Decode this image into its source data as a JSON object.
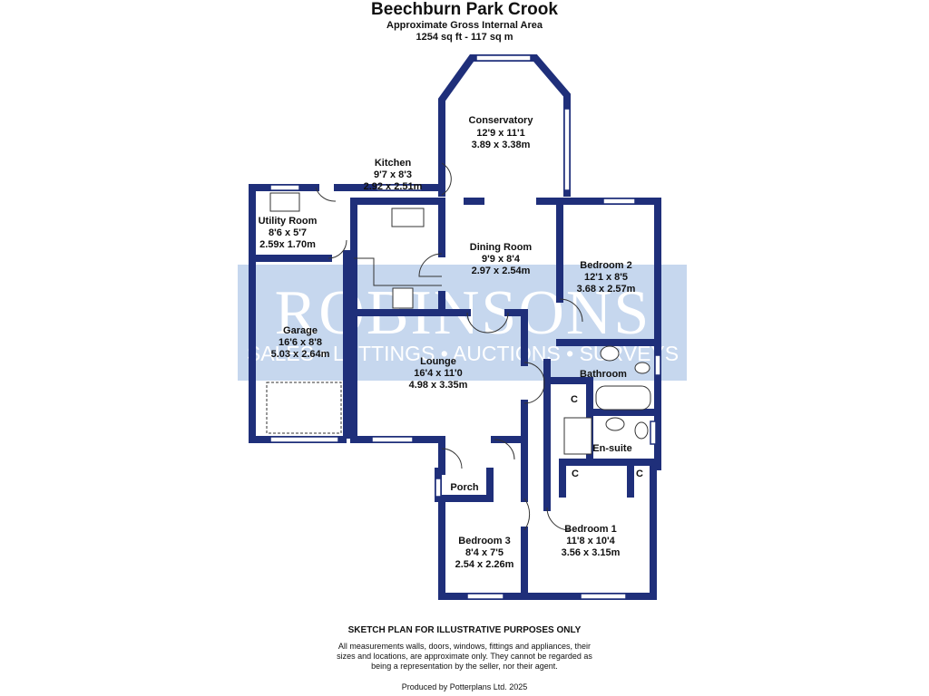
{
  "header": {
    "title": "Beechburn Park Crook",
    "subtitle": "Approximate Gross Internal Area",
    "area": "1254 sq ft - 117 sq m"
  },
  "watermark": {
    "brand": "ROBINSONS",
    "services": "SALES • LETTINGS • AUCTIONS • SURVEYS"
  },
  "rooms": {
    "conservatory": {
      "name": "Conservatory",
      "imperial": "12'9 x 11'1",
      "metric": "3.89 x 3.38m"
    },
    "kitchen": {
      "name": "Kitchen",
      "imperial": "9'7 x 8'3",
      "metric": "2.92 x 2.51m"
    },
    "utility": {
      "name": "Utility Room",
      "imperial": "8'6 x 5'7",
      "metric": "2.59x 1.70m"
    },
    "dining": {
      "name": "Dining Room",
      "imperial": "9'9 x 8'4",
      "metric": "2.97 x 2.54m"
    },
    "bedroom2": {
      "name": "Bedroom 2",
      "imperial": "12'1 x 8'5",
      "metric": "3.68 x 2.57m"
    },
    "garage": {
      "name": "Garage",
      "imperial": "16'6 x 8'8",
      "metric": "5.03 x 2.64m"
    },
    "lounge": {
      "name": "Lounge",
      "imperial": "16'4 x 11'0",
      "metric": "4.98 x 3.35m"
    },
    "bathroom": {
      "name": "Bathroom"
    },
    "ensuite": {
      "name": "En-suite"
    },
    "porch": {
      "name": "Porch"
    },
    "bedroom3": {
      "name": "Bedroom 3",
      "imperial": "8'4 x 7'5",
      "metric": "2.54 x 2.26m"
    },
    "bedroom1": {
      "name": "Bedroom 1",
      "imperial": "11'8 x 10'4",
      "metric": "3.56 x 3.15m"
    },
    "cupboard": "C"
  },
  "footer": {
    "disclaimer_title": "SKETCH PLAN FOR ILLUSTRATIVE PURPOSES ONLY",
    "disclaimer_line1": "All measurements walls, doors, windows, fittings and appliances, their",
    "disclaimer_line2": "sizes and locations, are approximate only. They cannot be regarded as",
    "disclaimer_line3": "being a representation by the seller, nor their agent.",
    "produced_by": "Produced by Potterplans Ltd. 2025"
  },
  "colors": {
    "wall": "#1f2f7a",
    "watermark_band": "#c6d7ee"
  }
}
